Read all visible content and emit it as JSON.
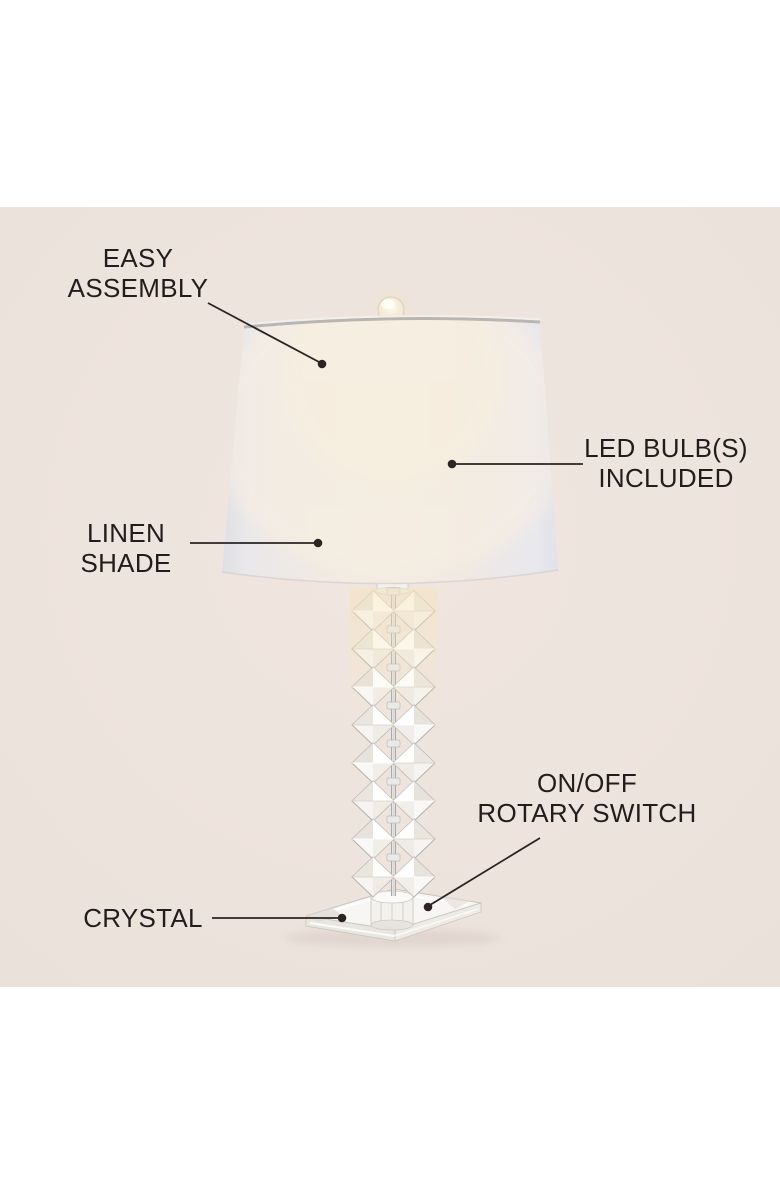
{
  "colors": {
    "page-bg": "#ffffff",
    "stage-bg": "#ede3dd",
    "label-color": "#211d1d",
    "leader-color": "#2b2423"
  },
  "callouts": [
    {
      "id": "easy-assembly",
      "lines": [
        "EASY",
        "ASSEMBLY"
      ]
    },
    {
      "id": "led-bulbs-included",
      "lines": [
        "LED BULB(S)",
        "INCLUDED"
      ]
    },
    {
      "id": "linen-shade",
      "lines": [
        "LINEN",
        "SHADE"
      ]
    },
    {
      "id": "on-off-rotary-switch",
      "lines": [
        "ON/OFF",
        "ROTARY SWITCH"
      ]
    },
    {
      "id": "crystal",
      "lines": [
        "CRYSTAL"
      ]
    }
  ]
}
